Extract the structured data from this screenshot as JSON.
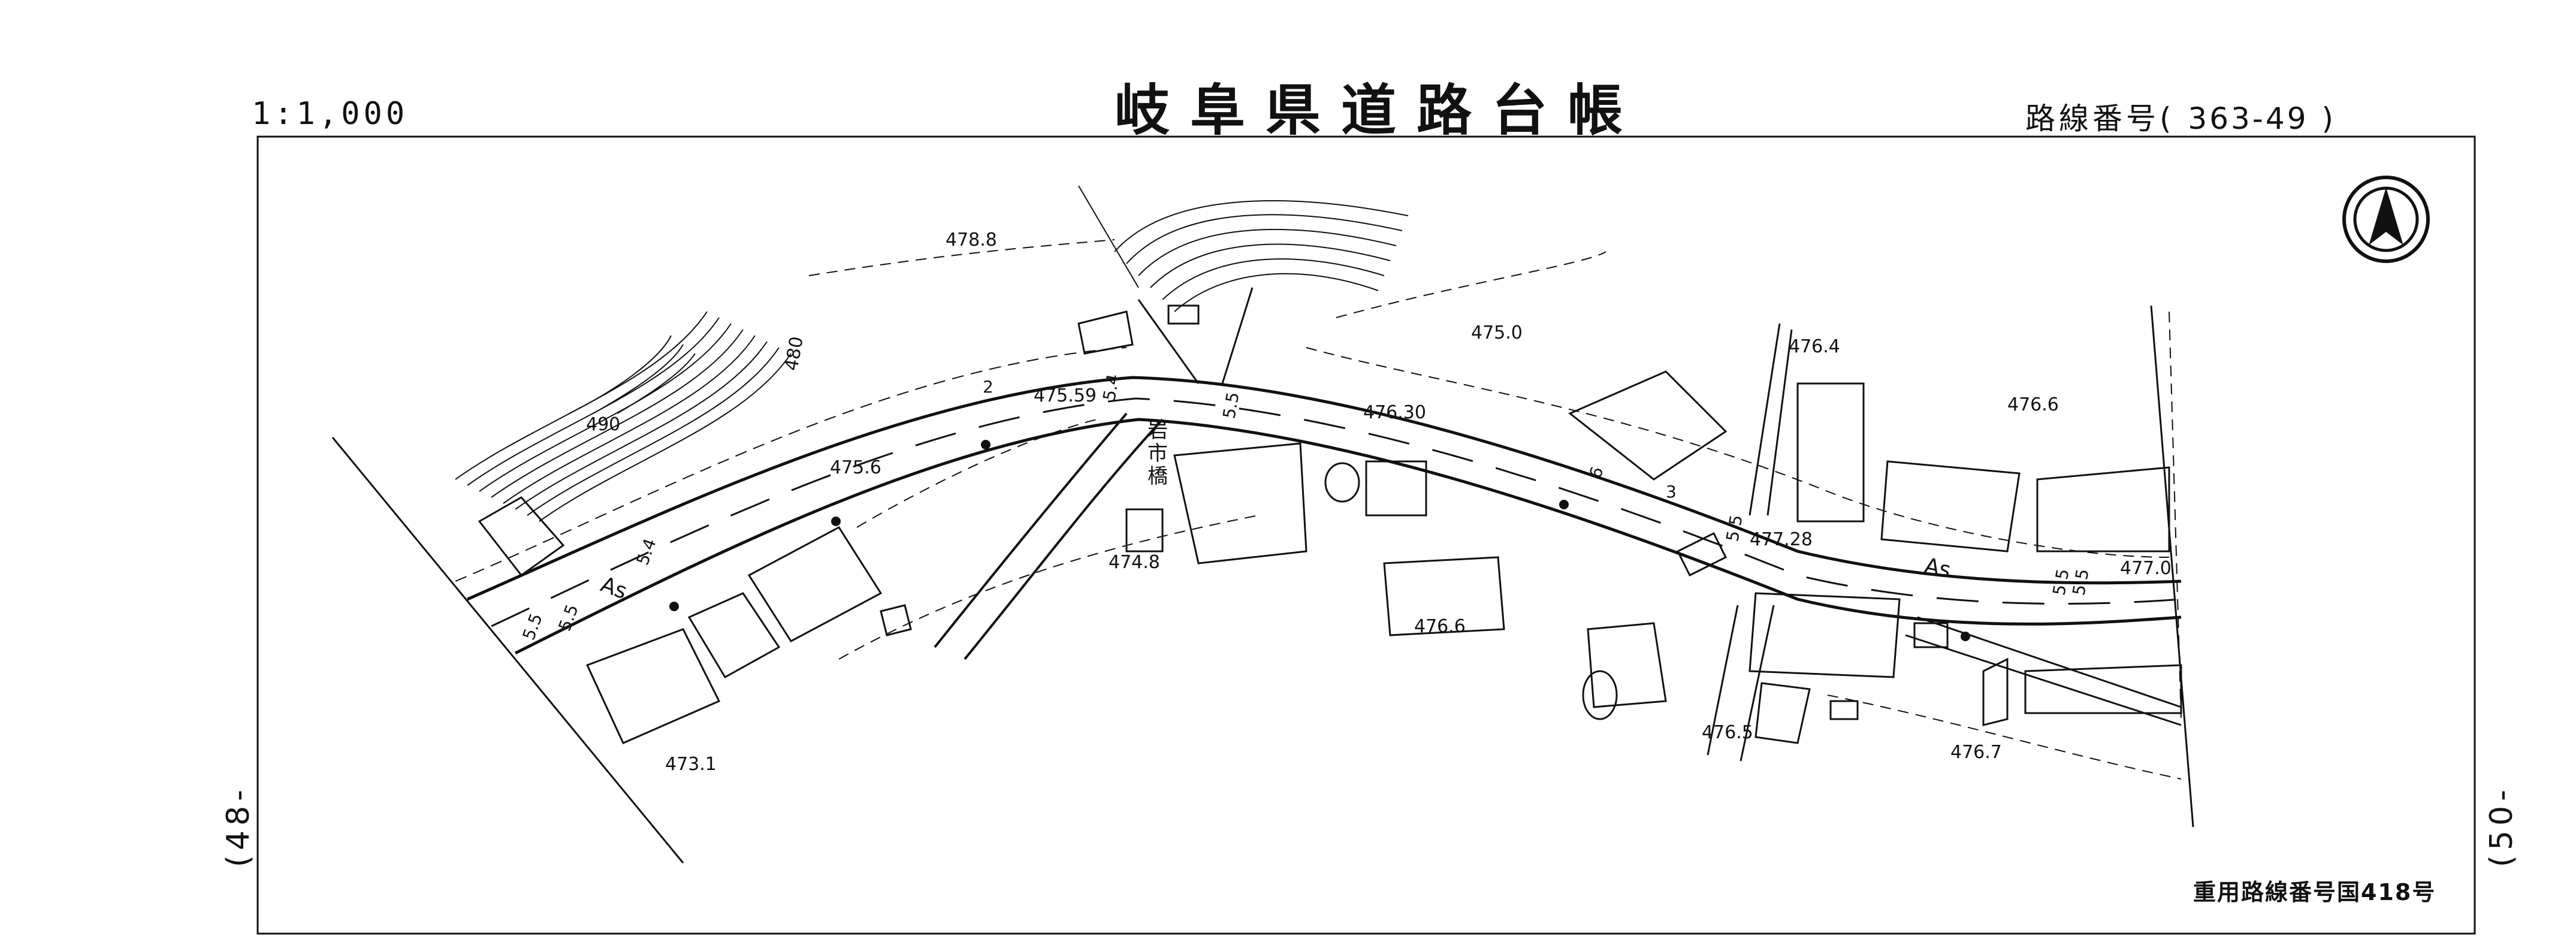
{
  "header": {
    "scale": "1:1,000",
    "title": "岐阜県道路台帳",
    "route_prefix": "路線番号(",
    "route_number": "363-49",
    "route_suffix": ")"
  },
  "sheet_refs": {
    "left": "(48-",
    "right": "(50-"
  },
  "footer": {
    "heavy_route": "重用路線番号国418号"
  },
  "north_arrow": {
    "label": "north-arrow"
  },
  "map": {
    "place_name": [
      "岩",
      "市",
      "橋"
    ],
    "elevations": [
      "478.8",
      "475.0",
      "476.4",
      "476.6",
      "475.59",
      "476.30",
      "475.6",
      "474.8",
      "477.28",
      "477.0",
      "476.6",
      "476.5",
      "476.7",
      "473.1"
    ],
    "contours": [
      "490",
      "480"
    ],
    "road_codes": [
      "As",
      "As"
    ],
    "road_widths": [
      "2",
      "5.4",
      "5.5",
      "5.4",
      "5.5",
      "5.5",
      "6",
      "3",
      "5.5",
      "5.5",
      "5.5"
    ]
  }
}
